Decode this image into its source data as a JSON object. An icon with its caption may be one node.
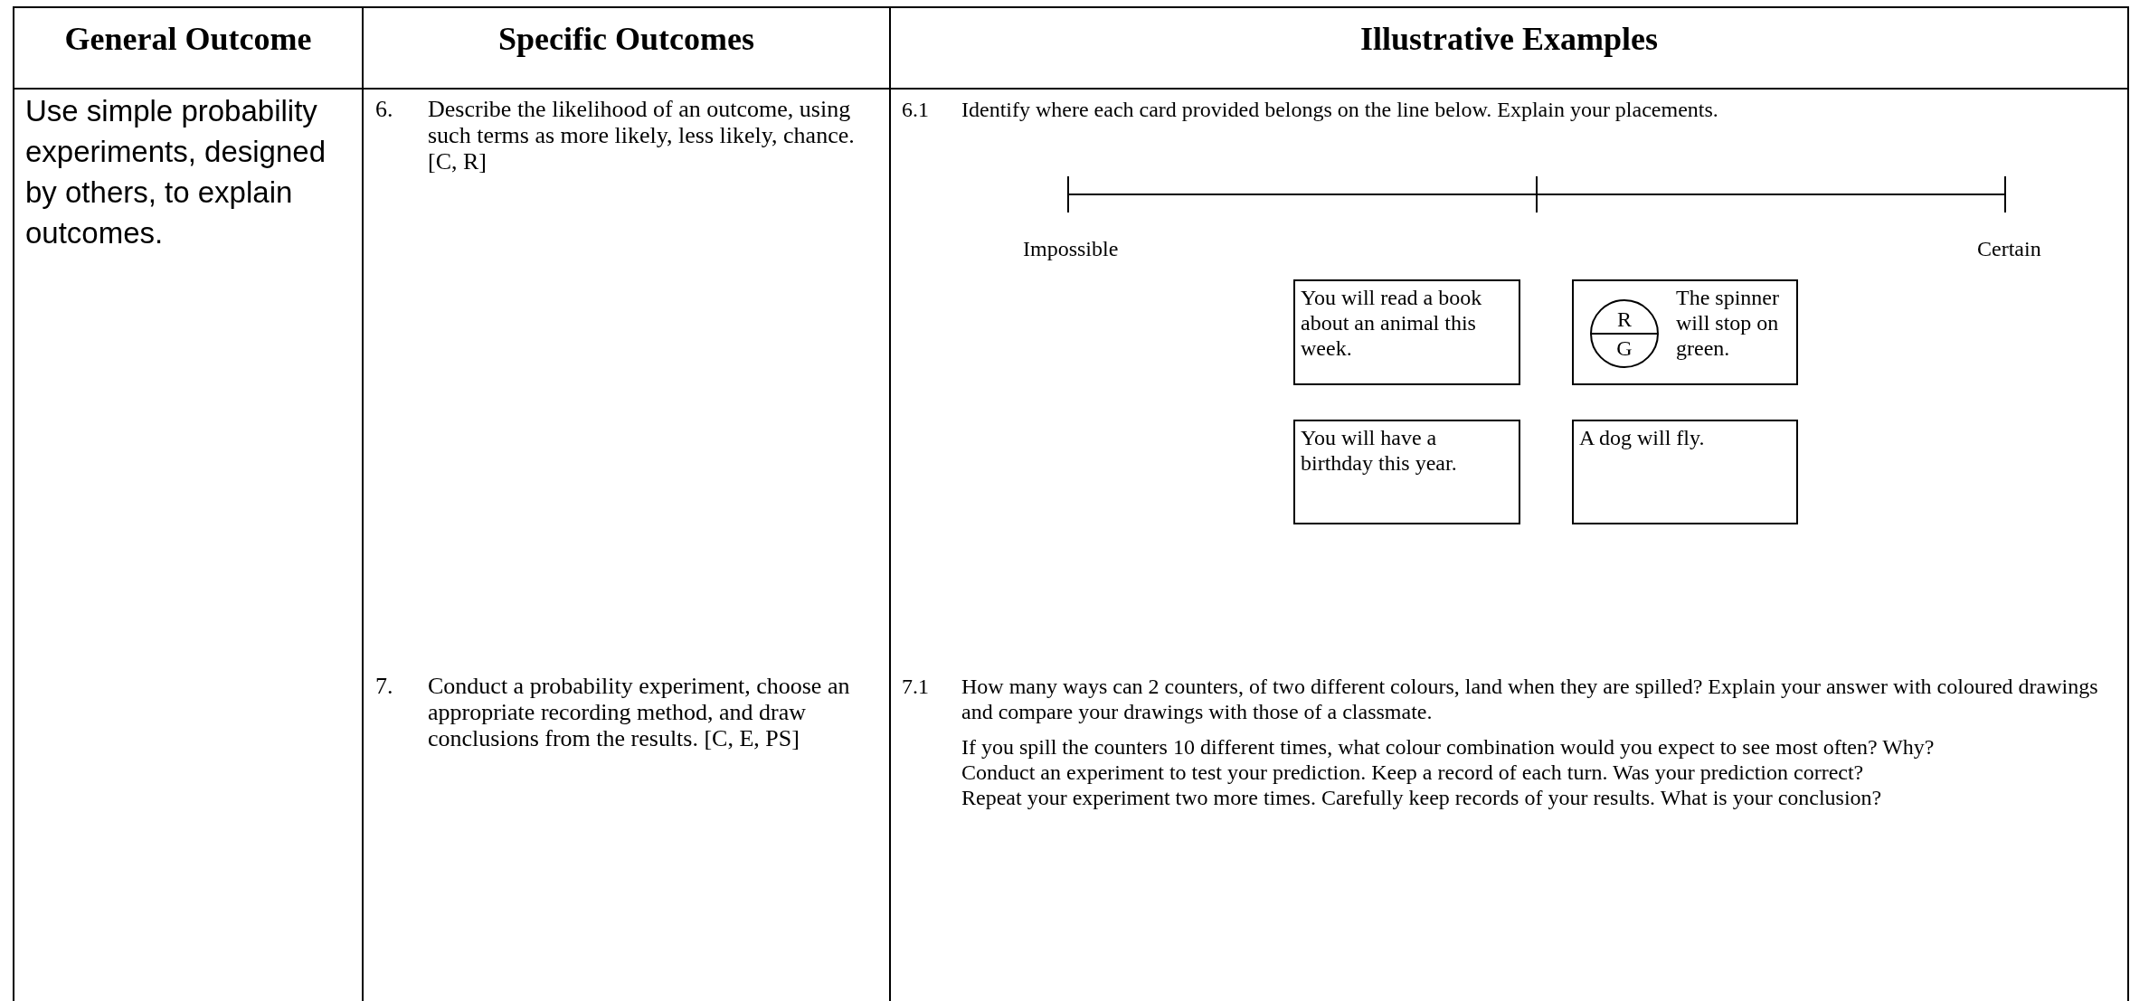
{
  "diagram": {
    "nodes": [
      {
        "text": [
          "You will read a book about an animal this week."
        ]
      },
      {
        "text": [
          "The spinner will stop on green."
        ]
      },
      {
        "text": [
          "R",
          "G"
        ],
        "in": 1
      },
      {
        "text": [
          "You will have a birthday this year."
        ]
      },
      {
        "text": [
          "A dog will fly."
        ]
      }
    ],
    "labels": [
      "General Outcome",
      "Specific Outcomes",
      "Illustrative Examples",
      "Use simple probability experiments, designed by others, to explain outcomes.",
      "6.",
      "Describe the likelihood of an outcome, using such terms as more likely, less likely, chance.  [C, R]",
      "6.1",
      "Identify where each card provided belongs on the line below.  Explain your placements.",
      "Impossible",
      "Certain",
      "7.",
      "Conduct a probability experiment, choose an appropriate recording method, and draw conclusions from the results. [C, E, PS]",
      "7.1",
      "How many ways can 2 counters, of two different colours, land when they are spilled?  Explain your answer with coloured drawings and compare your drawings with those of a classmate.",
      "If you spill the counters 10 different times, what colour combination would you expect to see most often?  Why?",
      "Conduct an experiment to test your prediction.  Keep a record of each turn.  Was your prediction correct?",
      "Repeat your experiment two more times.  Carefully keep records of your results.  What is your conclusion?"
    ]
  }
}
